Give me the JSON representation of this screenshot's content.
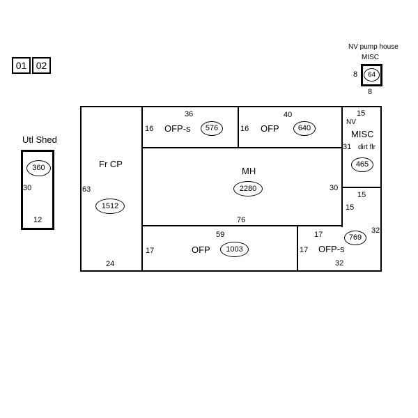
{
  "page_tabs": [
    {
      "label": "01"
    },
    {
      "label": "02"
    }
  ],
  "pump_house": {
    "title": "NV pump house",
    "type_label": "MISC",
    "area": "64",
    "dim_left": "8",
    "dim_bottom": "8"
  },
  "utility_shed": {
    "title": "Utl Shed",
    "area": "360",
    "dim_left": "30",
    "dim_bottom": "12"
  },
  "main_building": {
    "fr_cp": {
      "label": "Fr CP",
      "area": "1512",
      "dim_left": "63",
      "dim_bottom": "24"
    },
    "ofps_top": {
      "label": "OFP-s",
      "area": "576",
      "dim_top": "36",
      "dim_left": "16"
    },
    "ofp_top": {
      "label": "OFP",
      "area": "640",
      "dim_top": "40",
      "dim_left": "16"
    },
    "misc": {
      "label": "MISC",
      "nv_note": "NV",
      "floor_note": "dirt flr",
      "area": "465",
      "dim_top": "15",
      "dim_left": "31"
    },
    "mh": {
      "label": "MH",
      "area": "2280",
      "dim_right": "30",
      "dim_bottom": "76"
    },
    "right_wing": {
      "dim_top": "15",
      "dim_left": "15"
    },
    "ofp_bottom": {
      "label": "OFP",
      "area": "1003",
      "dim_top": "59",
      "dim_left": "17"
    },
    "ofps_bottom": {
      "label": "OFP-s",
      "area": "769",
      "dim_top": "17",
      "dim_left": "17",
      "dim_right": "32",
      "dim_bottom": "32"
    }
  },
  "colors": {
    "background": "#ffffff",
    "line": "#000000",
    "text": "#000000"
  }
}
